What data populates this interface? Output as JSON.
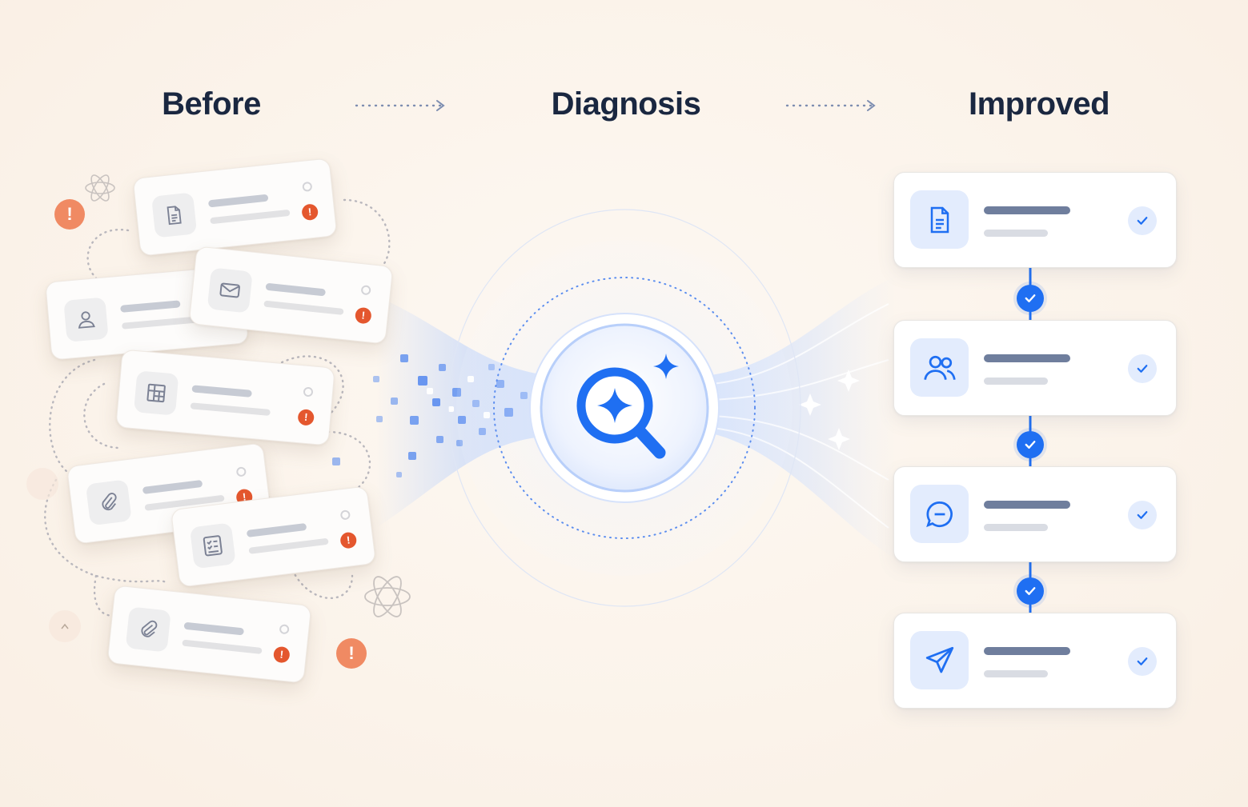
{
  "stages": {
    "before": "Before",
    "diagnosis": "Diagnosis",
    "improved": "Improved"
  },
  "colors": {
    "accent": "#1f6ff2",
    "error": "#e4572e",
    "alert": "#f08a63",
    "heading": "#1a2740"
  },
  "before_cards": [
    {
      "icon": "document-icon"
    },
    {
      "icon": "user-icon"
    },
    {
      "icon": "mail-icon"
    },
    {
      "icon": "grid-icon"
    },
    {
      "icon": "paperclip-icon"
    },
    {
      "icon": "checklist-icon"
    },
    {
      "icon": "paperclip-icon"
    }
  ],
  "improved_cards": [
    {
      "icon": "document-icon",
      "status": "check-icon"
    },
    {
      "icon": "users-icon",
      "status": "check-icon"
    },
    {
      "icon": "chat-icon",
      "status": "check-icon"
    },
    {
      "icon": "send-icon",
      "status": "check-icon"
    }
  ],
  "diagnosis_icon": "magnifier-sparkle-icon",
  "alert_glyph": "!"
}
